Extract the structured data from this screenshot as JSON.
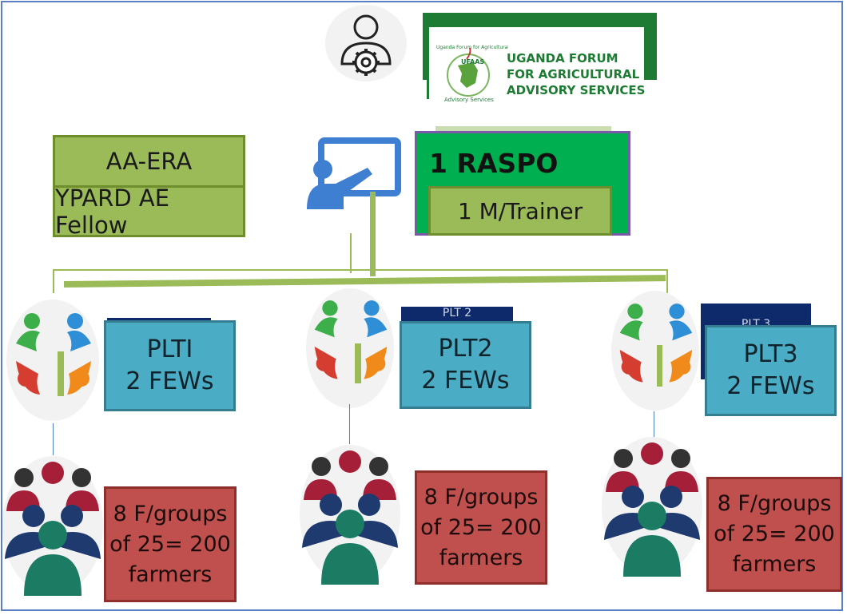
{
  "header": {
    "org_name_line1": "UGANDA FORUM",
    "org_name_line2": "FOR AGRICULTURAL",
    "org_name_line3": "ADVISORY SERVICES",
    "logo_ring_text_top": "Uganda Forum for Agricultural",
    "logo_ring_text_bottom": "Advisory Services",
    "logo_abbrev": "UFAAS",
    "admin_icon": "user-gear-icon"
  },
  "left_box": {
    "line1": "AA-ERA",
    "line2": "YPARD AE Fellow"
  },
  "raspo": {
    "title": "1 RASPO",
    "trainer": "1 M/Trainer",
    "icon": "presenter-board-icon"
  },
  "plts": [
    {
      "name": "PLTI",
      "fews": "2 FEWs",
      "back_label": "",
      "farmers_line1": "8 F/groups",
      "farmers_line2": "of 25= 200",
      "farmers_line3": "farmers"
    },
    {
      "name": "PLT2",
      "fews": "2 FEWs",
      "back_label": "PLT 2",
      "farmers_line1": "8 F/groups",
      "farmers_line2": "of 25= 200",
      "farmers_line3": "farmers"
    },
    {
      "name": "PLT3",
      "fews": "2 FEWs",
      "back_label": "PLT 3",
      "farmers_line1": "8 F/groups",
      "farmers_line2": "of 25= 200",
      "farmers_line3": "farmers"
    }
  ],
  "colors": {
    "green": "#9bbb59",
    "bright_green": "#00b050",
    "blue": "#4bacc6",
    "navy": "#0f2a6b",
    "red": "#c0504d",
    "logo_green": "#1e7b34"
  }
}
